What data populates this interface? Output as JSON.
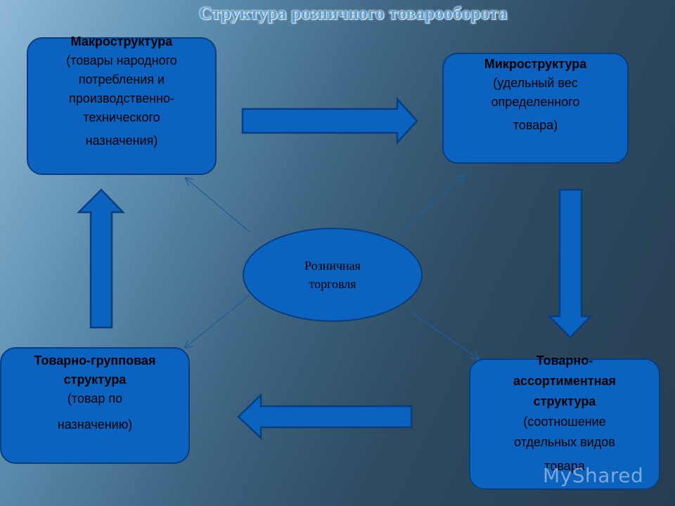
{
  "title": "Структура розничного товарооборота",
  "center": {
    "label": "Розничная\nторговля"
  },
  "boxes": {
    "macro": {
      "head": "Макроструктура",
      "body": "(товары народного\nпотребления и\nпроизводственно-\nтехнического",
      "tail": "назначения)"
    },
    "micro": {
      "head": "Микроструктура",
      "body": "(удельный вес\nопределенного",
      "tail": "товара)"
    },
    "group": {
      "head": "Товарно-групповая\nструктура",
      "body": "(товар по",
      "tail": "назначению)"
    },
    "assort": {
      "head": "Товарно-\nассортиментная\nструктура",
      "body": "(соотношение\nотдельных видов",
      "tail": "товара"
    }
  },
  "watermark": "MyShared",
  "colors": {
    "box_fill": "#0b62bf",
    "box_border": "#073e80",
    "title": "#5a9fd3"
  }
}
